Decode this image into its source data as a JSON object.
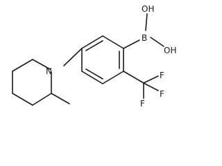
{
  "molecule": {
    "atoms": {
      "boron": "B",
      "hydroxyl_top": "OH",
      "hydroxyl_right": "OH",
      "nitrogen": "N",
      "fluorine_1": "F",
      "fluorine_2": "F",
      "fluorine_3": "F"
    }
  }
}
